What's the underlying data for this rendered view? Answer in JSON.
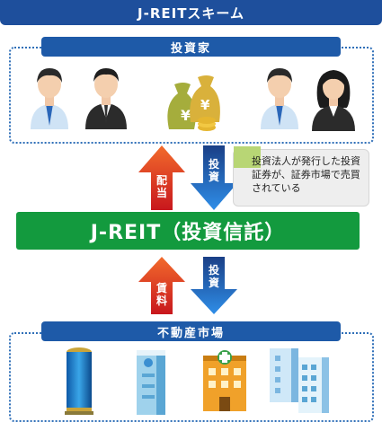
{
  "header": {
    "title": "J-REITスキーム"
  },
  "investors": {
    "label": "投資家"
  },
  "note": {
    "text": "投資法人が発行した投資証券が、証券市場で売買されている"
  },
  "center": {
    "label": "J-REIT（投資信託）"
  },
  "arrows": {
    "top_up": "配当",
    "top_down": "投資",
    "bottom_up": "賃料",
    "bottom_down": "投資"
  },
  "realestate": {
    "label": "不動産市場"
  },
  "colors": {
    "brand_blue": "#1e4f9c",
    "green": "#139a3e",
    "arrow_red": "#c8171d",
    "arrow_blue": "#1f6fd0"
  },
  "icons": [
    "man-investor-icon",
    "businessman-icon",
    "money-bag-icon",
    "woman-investor-icon",
    "office-tower-icon",
    "building-icon",
    "hospital-building-icon",
    "apartment-icon"
  ]
}
